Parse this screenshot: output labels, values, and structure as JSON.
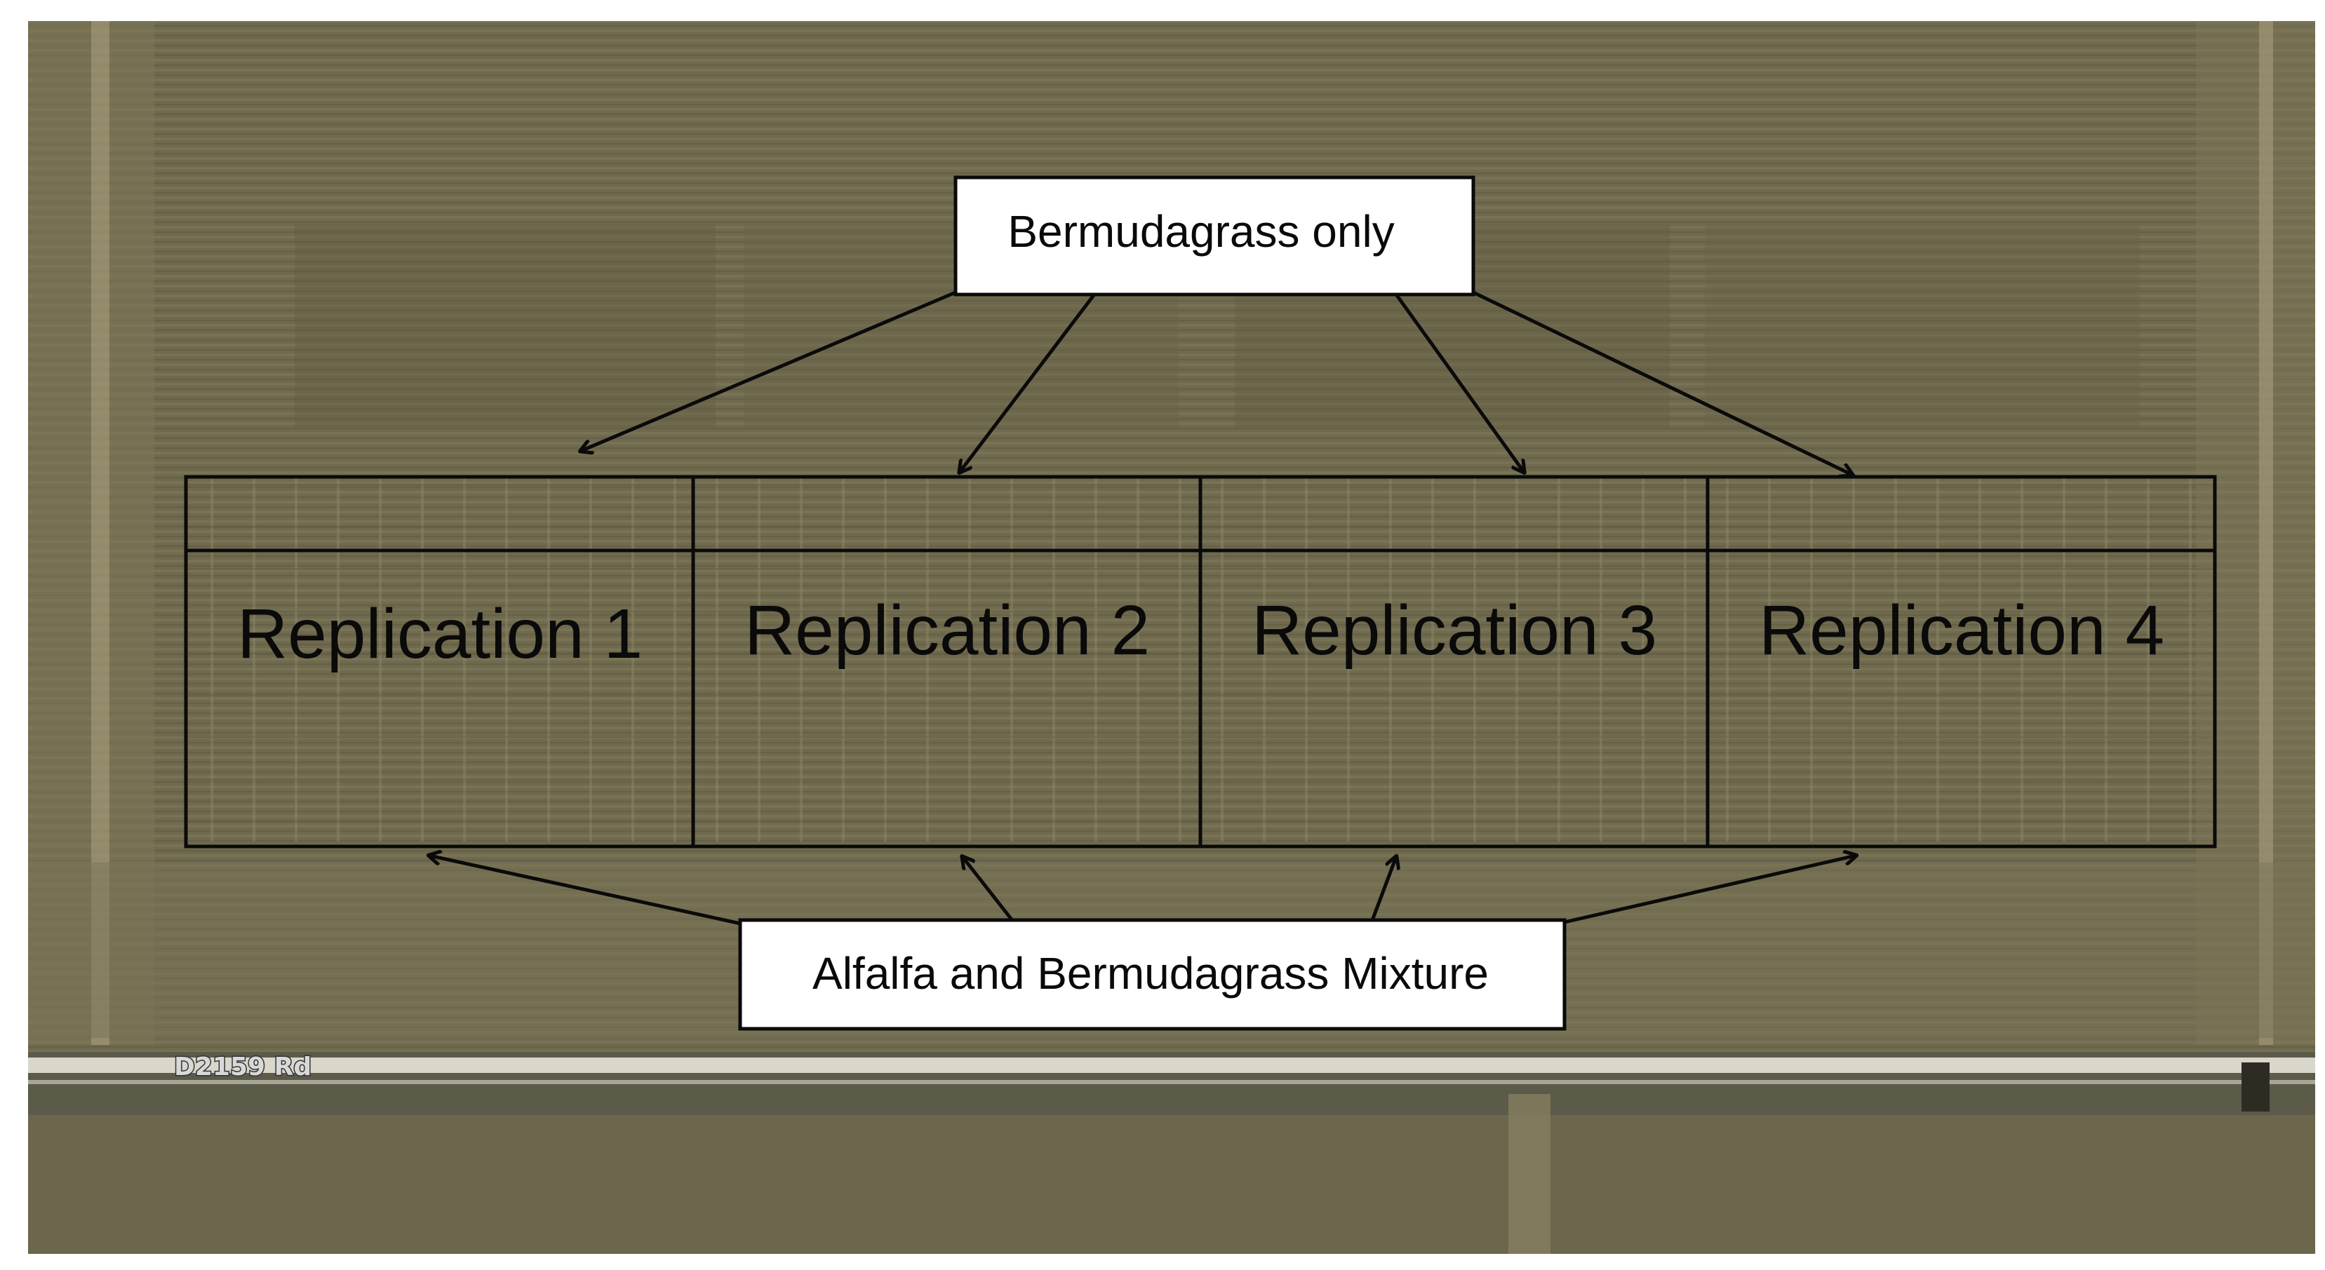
{
  "callouts": {
    "top": "Bermudagrass only",
    "bottom": "Alfalfa and Bermudagrass Mixture"
  },
  "replications": [
    {
      "label": "Replication 1"
    },
    {
      "label": "Replication 2"
    },
    {
      "label": "Replication 3"
    },
    {
      "label": "Replication 4"
    }
  ],
  "road": {
    "label": "D2159 Rd"
  },
  "colors": {
    "field_base": "#6f6a4e",
    "field_light": "#8a8262",
    "road": "#d9d6cc",
    "outline": "#0a0a0a",
    "callout_fill": "#ffffff"
  }
}
